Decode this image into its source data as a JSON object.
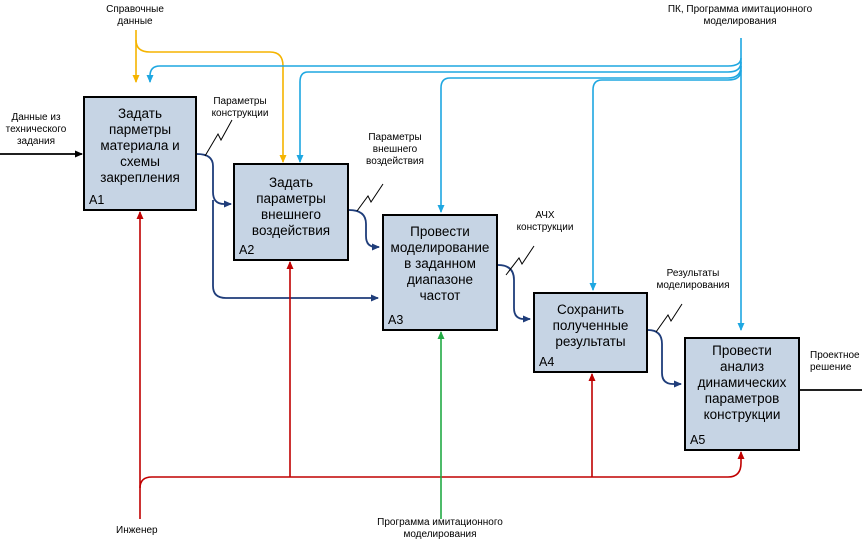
{
  "blocks": [
    {
      "id": "A1",
      "title": "Задать\nпарметры\nматериала и\nсхемы\nзакрепления"
    },
    {
      "id": "A2",
      "title": "Задать\nпараметры\nвнешнего\nвоздействия"
    },
    {
      "id": "A3",
      "title": "Провести\nмоделирование\nв заданном\nдиапазоне\nчастот"
    },
    {
      "id": "A4",
      "title": "Сохранить\nполученные\nрезультаты"
    },
    {
      "id": "A5",
      "title": "Провести\nанализ\nдинамических\nпараметров\nконструкции"
    }
  ],
  "labels": {
    "ref_data": "Справочные\nданные",
    "pc": "ПК, Программа имитационного\nмоделирования",
    "input": "Данные из\nтехнического\nзадания",
    "design_params": "Параметры\nконструкции",
    "external_params": "Параметры\nвнешнего\nвоздействия",
    "afc": "АЧХ\nконструкции",
    "results": "Результаты\nмоделирования",
    "output": "Проектное\nрешение",
    "engineer": "Инженер",
    "sim_program": "Программа имитационного\nмоделирования"
  },
  "colors": {
    "box_fill": "#c6d4e4",
    "control_yellow": "#f5b400",
    "control_blue": "#1ea7e1",
    "mechanism_red": "#c00000",
    "mechanism_green": "#22aa44",
    "flow_navy": "#1f3d7a"
  }
}
